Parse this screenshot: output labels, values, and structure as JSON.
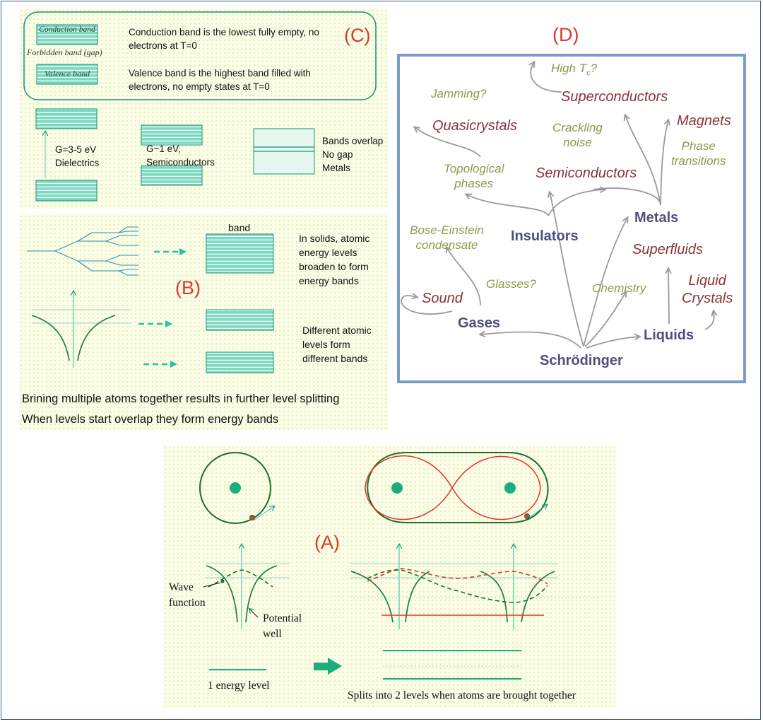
{
  "panel_c": {
    "label": "(C)",
    "conduction_band": "Conduction band",
    "forbidden_band": "Forbidden band (gap)",
    "valence_band": "Valence band",
    "conduction_desc": [
      "Conduction band is the lowest fully empty, no",
      "electrons at T=0"
    ],
    "valence_desc": [
      "Valence band is the highest band filled with",
      "electrons, no empty states at T=0"
    ],
    "dielectric": [
      "G=3-5 eV",
      "Dielectrics"
    ],
    "semiconductor": [
      "G~1 eV,",
      "Semiconductors"
    ],
    "metal": [
      "Bands overlap",
      "No gap",
      "Metals"
    ]
  },
  "panel_b": {
    "label": "(B)",
    "band_label": "band",
    "solids_desc": [
      "In solids, atomic",
      "energy levels",
      "broaden to form",
      "energy bands"
    ],
    "atomic_desc": [
      "Different atomic",
      "levels form",
      "different bands"
    ],
    "caption": [
      "Brining multiple atoms together results in further level splitting",
      "When levels start overlap they form energy bands"
    ]
  },
  "panel_a": {
    "label": "(A)",
    "wave_function": [
      "Wave",
      "function"
    ],
    "potential_well": [
      "Potential",
      "well"
    ],
    "one_level": "1 energy level",
    "splits": "Splits into 2 levels when atoms are brought together"
  },
  "panel_d": {
    "label": "(D)",
    "high_tc_prefix": "High T",
    "high_tc_sub": "c",
    "high_tc_suffix": "?",
    "jamming": "Jamming?",
    "superconductors": "Superconductors",
    "quasicrystals": "Quasicrystals",
    "crackling": [
      "Crackling",
      "noise"
    ],
    "magnets": "Magnets",
    "phase": [
      "Phase",
      "transitions"
    ],
    "topological": [
      "Topological",
      "phases"
    ],
    "semiconductors": "Semiconductors",
    "metals": "Metals",
    "bose": [
      "Bose-Einstein",
      "condensate"
    ],
    "insulators": "Insulators",
    "superfluids": "Superfluids",
    "glasses": "Glasses?",
    "chemistry": "Chemistry",
    "liquid_crystals": [
      "Liquid",
      "Crystals"
    ],
    "sound": "Sound",
    "gases": "Gases",
    "liquids": "Liquids",
    "schrodinger": "Schrödinger"
  },
  "colors": {
    "band_fill": "#6fd6bc",
    "band_line": "#1e8f78",
    "accent_green": "#1a9f7e",
    "dark_green": "#1e6b2e",
    "red": "#d83a2e",
    "border_blue": "#7d9bcc",
    "gray_arrow": "#9a9a9a"
  }
}
